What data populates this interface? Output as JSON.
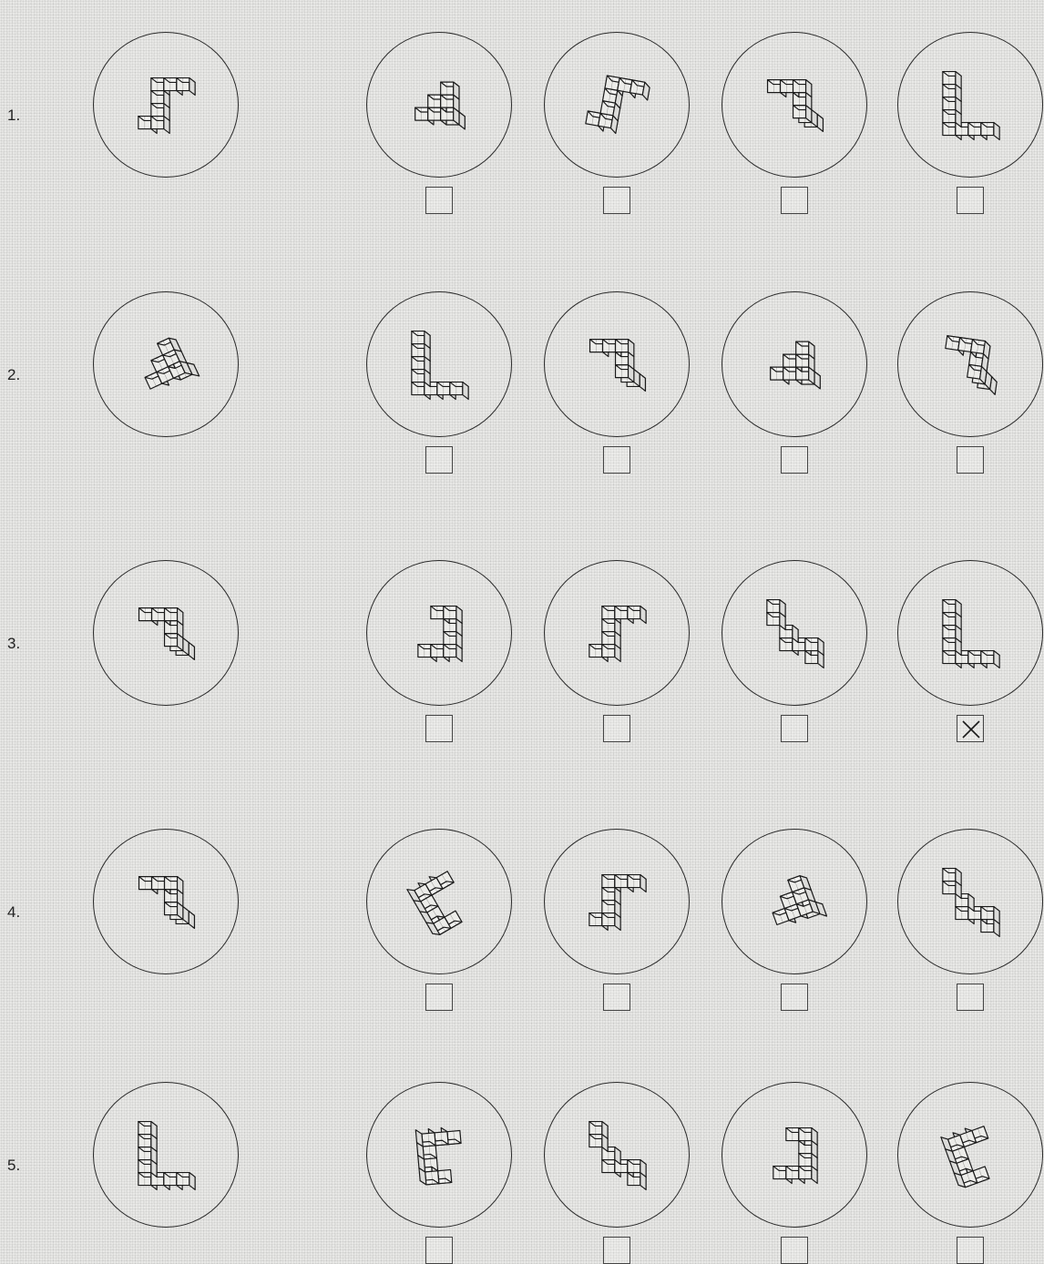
{
  "items": [
    {
      "number": "1.",
      "target": {
        "shape": "s-zigzag",
        "rotation": 0
      },
      "options": [
        {
          "shape": "triangle",
          "rotation": 0,
          "checked": false
        },
        {
          "shape": "s-zigzag",
          "rotation": 10,
          "checked": false
        },
        {
          "shape": "hook",
          "rotation": 0,
          "checked": false
        },
        {
          "shape": "l-upright",
          "rotation": 0,
          "checked": false
        }
      ]
    },
    {
      "number": "2.",
      "target": {
        "shape": "triangle",
        "rotation": -25
      },
      "options": [
        {
          "shape": "l-upright",
          "rotation": 0,
          "checked": false
        },
        {
          "shape": "hook",
          "rotation": 0,
          "checked": false
        },
        {
          "shape": "triangle",
          "rotation": 0,
          "checked": false
        },
        {
          "shape": "hook",
          "rotation": 8,
          "checked": false
        }
      ]
    },
    {
      "number": "3.",
      "target": {
        "shape": "hook",
        "rotation": 0
      },
      "options": [
        {
          "shape": "j-shape",
          "rotation": 0,
          "checked": false
        },
        {
          "shape": "s-zigzag",
          "rotation": 0,
          "checked": false
        },
        {
          "shape": "chevron",
          "rotation": 0,
          "checked": false
        },
        {
          "shape": "l-upright",
          "rotation": 0,
          "checked": true
        }
      ]
    },
    {
      "number": "4.",
      "target": {
        "shape": "hook",
        "rotation": 0
      },
      "options": [
        {
          "shape": "j-shape",
          "rotation": 150,
          "checked": false
        },
        {
          "shape": "s-zigzag",
          "rotation": 0,
          "checked": false
        },
        {
          "shape": "triangle",
          "rotation": -20,
          "checked": false
        },
        {
          "shape": "chevron",
          "rotation": 0,
          "checked": false
        }
      ]
    },
    {
      "number": "5.",
      "target": {
        "shape": "l-upright",
        "rotation": 0
      },
      "options": [
        {
          "shape": "j-shape",
          "rotation": 175,
          "checked": false
        },
        {
          "shape": "chevron",
          "rotation": 0,
          "checked": false
        },
        {
          "shape": "j-shape",
          "rotation": 0,
          "checked": false
        },
        {
          "shape": "j-shape",
          "rotation": 160,
          "checked": false
        }
      ]
    }
  ],
  "colors": {
    "ink": "#1a1a1a",
    "paper": "#e9e9e7"
  }
}
